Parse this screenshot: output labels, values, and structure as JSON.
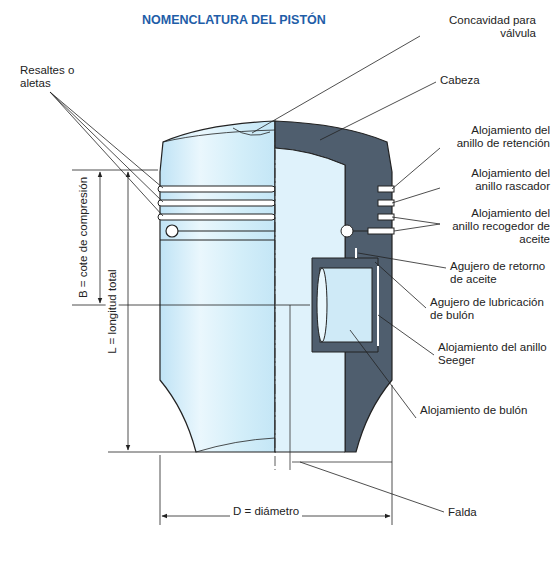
{
  "diagram": {
    "title": "NOMENCLATURA DEL PISTÓN",
    "labels": [
      "Concavidad para válvula",
      "Resaltes o aletas",
      "Cabeza",
      "Alojamiento del anillo de retención",
      "Alojamiento del anillo rascador",
      "Alojamiento del anillo recogedor de aceite",
      "Agujero de retorno de aceite",
      "Agujero de lubricación de bulón",
      "Alojamiento del anillo Seeger",
      "Alojamiento de bulón",
      "Falda",
      "B = cote de compresión",
      "L = longitud total",
      "D = diámetro"
    ]
  }
}
